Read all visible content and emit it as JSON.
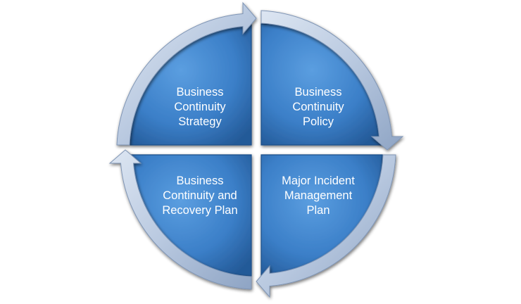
{
  "diagram": {
    "type": "cycle",
    "quadrants": [
      {
        "position": "top-left",
        "label": "Business\nContinuity\nStrategy"
      },
      {
        "position": "top-right",
        "label": "Business\nContinuity\nPolicy"
      },
      {
        "position": "bottom-right",
        "label": "Major Incident\nManagement\nPlan"
      },
      {
        "position": "bottom-left",
        "label": "Business\nContinuity and\nRecovery Plan"
      }
    ],
    "flow_direction": "clockwise",
    "colors": {
      "segment_fill": "#3b7fc8",
      "segment_fill_light": "#5b9ee0",
      "segment_fill_dark": "#245a98",
      "arrow_fill": "#b9c9e0",
      "arrow_edge": "#7f95b5",
      "label_text": "#ffffff"
    }
  }
}
